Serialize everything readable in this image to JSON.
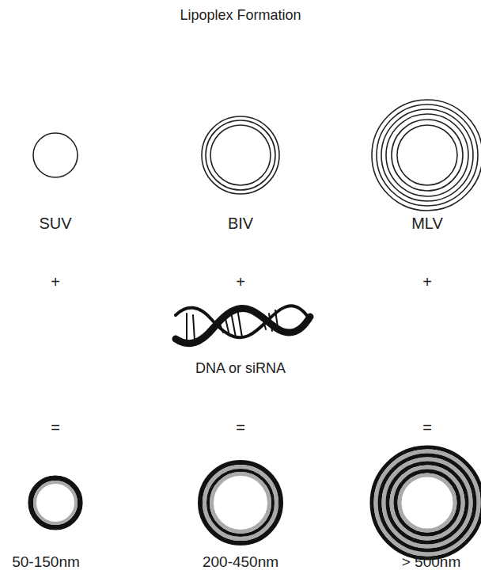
{
  "diagram": {
    "title": "Lipoplex Formation",
    "labels": [
      "SUV",
      "BIV",
      "MLV",
      "+",
      "+",
      "+",
      "DNA or siRNA",
      "=",
      "=",
      "=",
      "50-150nm",
      "200-450nm",
      "> 500nm"
    ]
  }
}
